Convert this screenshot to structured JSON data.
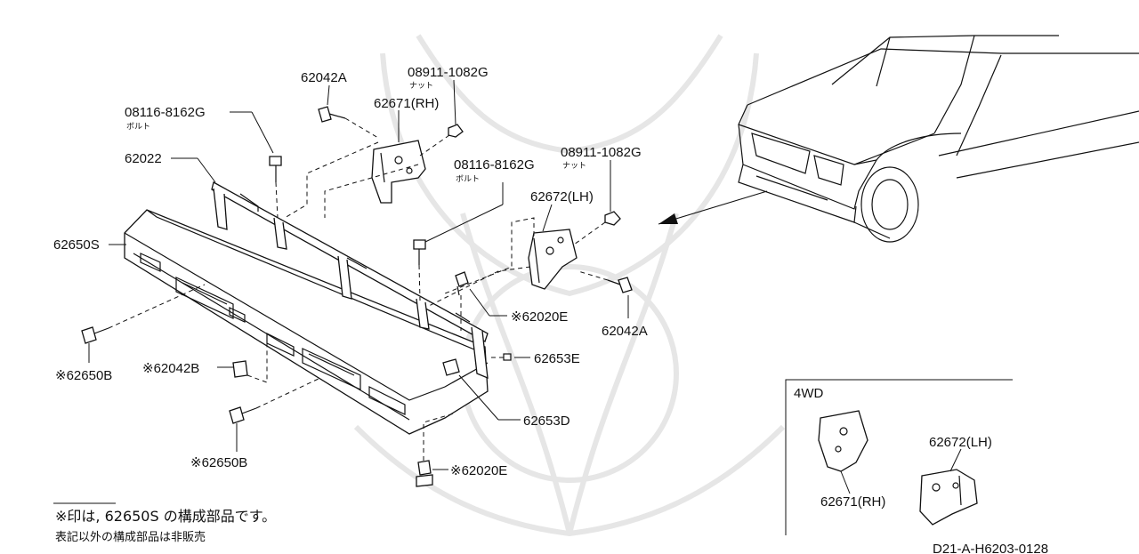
{
  "labels": {
    "p62042A_top": "62042A",
    "p08911_top": "08911-1082G",
    "p08911_top_sub": "ナット",
    "p62671_rh": "62671(RH)",
    "p08116_left": "08116-8162G",
    "p08116_left_sub": "ボルト",
    "p62022": "62022",
    "p08911_right": "08911-1082G",
    "p08911_right_sub": "ナット",
    "p08116_mid": "08116-8162G",
    "p08116_mid_sub": "ボルト",
    "p62672_lh": "62672(LH)",
    "p62650S": "62650S",
    "p62020E_mid": "※62020E",
    "p62042A_right": "62042A",
    "p62653E": "62653E",
    "p62650B_left": "※62650B",
    "p62042B": "※62042B",
    "p62653D": "62653D",
    "p62650B_bottom": "※62650B",
    "p62020E_bottom": "※62020E"
  },
  "inset": {
    "title": "4WD",
    "p62671_rh": "62671(RH)",
    "p62672_lh": "62672(LH)"
  },
  "notes": {
    "line1": "※印は, 62650S の構成部品です。",
    "line2": "表記以外の構成部品は非販売"
  },
  "diagram_code": "D21-A-H6203-0128"
}
